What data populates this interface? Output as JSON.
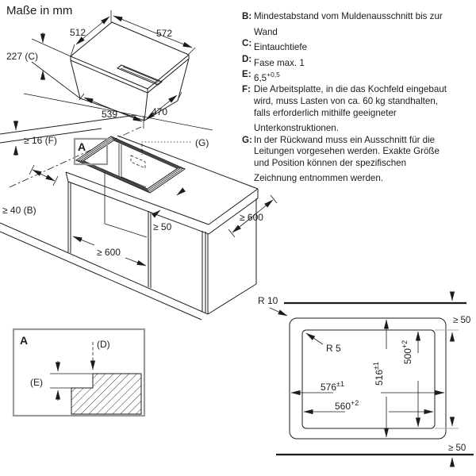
{
  "title": "Maße in mm",
  "colors": {
    "line": "#1c1c1c",
    "detail_box": "#9a9a9a",
    "extension_gray": "#ababab",
    "background": "#ffffff"
  },
  "legend": {
    "items": [
      {
        "key": "B:",
        "text": "Mindestabstand vom Muldenausschnitt bis zur Wand"
      },
      {
        "key": "C:",
        "text": "Eintauchtiefe"
      },
      {
        "key": "D:",
        "text": "Fase max. 1"
      },
      {
        "key": "E:",
        "text": "6,5",
        "sup": "+0,5"
      },
      {
        "key": "F:",
        "text": "Die Arbeitsplatte, in die das Kochfeld eingebaut wird, muss Lasten von ca. 60 kg standhalten, falls erforderlich mithilfe geeigneter Unterkonstruktionen."
      },
      {
        "key": "G:",
        "text": "In der Rückwand muss ein Ausschnitt für die Leitungen vorgesehen werden. Exakte Größe und Position können der spezifischen Zeichnung entnommen werden."
      }
    ]
  },
  "hob_view": {
    "depth_top": "512",
    "width_top": "572",
    "height_label": "227 (C)",
    "width_bottom": "539",
    "depth_bottom": "470"
  },
  "install_view": {
    "thickness_label": "≥ 16 (F)",
    "wall_distance_label": "≥ 40 (B)",
    "detail_marker": "A",
    "back_cutout_label": "(G)",
    "front_clearance_label": "≥ 50",
    "cabinet_width_label": "≥ 600",
    "worktop_depth_label": "≥ 600"
  },
  "detail_a": {
    "label": "A",
    "chamfer_label": "(D)",
    "step_label": "(E)"
  },
  "cutout_view": {
    "outer_radius_label": "R 10",
    "inner_radius_label": "R 5",
    "outer_width": "576",
    "outer_width_tol": "±1",
    "inner_width": "560",
    "inner_width_tol": "+2",
    "outer_depth": "516",
    "outer_depth_tol": "±1",
    "inner_depth": "500",
    "inner_depth_tol": "+2",
    "top_clearance_label": "≥ 50",
    "bottom_clearance_label": "≥ 50"
  }
}
